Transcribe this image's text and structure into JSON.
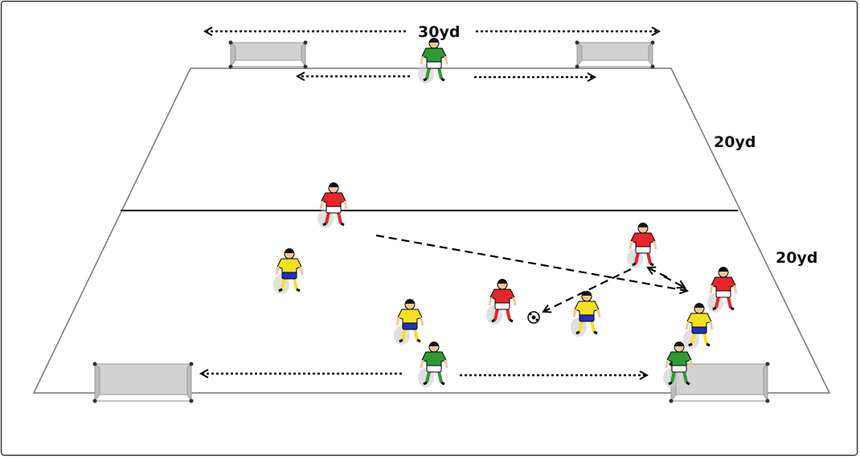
{
  "labels": {
    "width": "30yd",
    "top_half_length": "20yd",
    "bottom_half_length": "20yd"
  },
  "colors": {
    "red_team_shirt": "#e8252a",
    "red_team_shorts": "#ffffff",
    "yellow_team_shirt": "#f5e020",
    "yellow_team_shorts": "#1f2fc8",
    "goalkeeper_shirt": "#2e9a35",
    "goalkeeper_shorts": "#ffffff",
    "goal_net": "#d2d2d2",
    "watermark": "#e6e6e6"
  }
}
